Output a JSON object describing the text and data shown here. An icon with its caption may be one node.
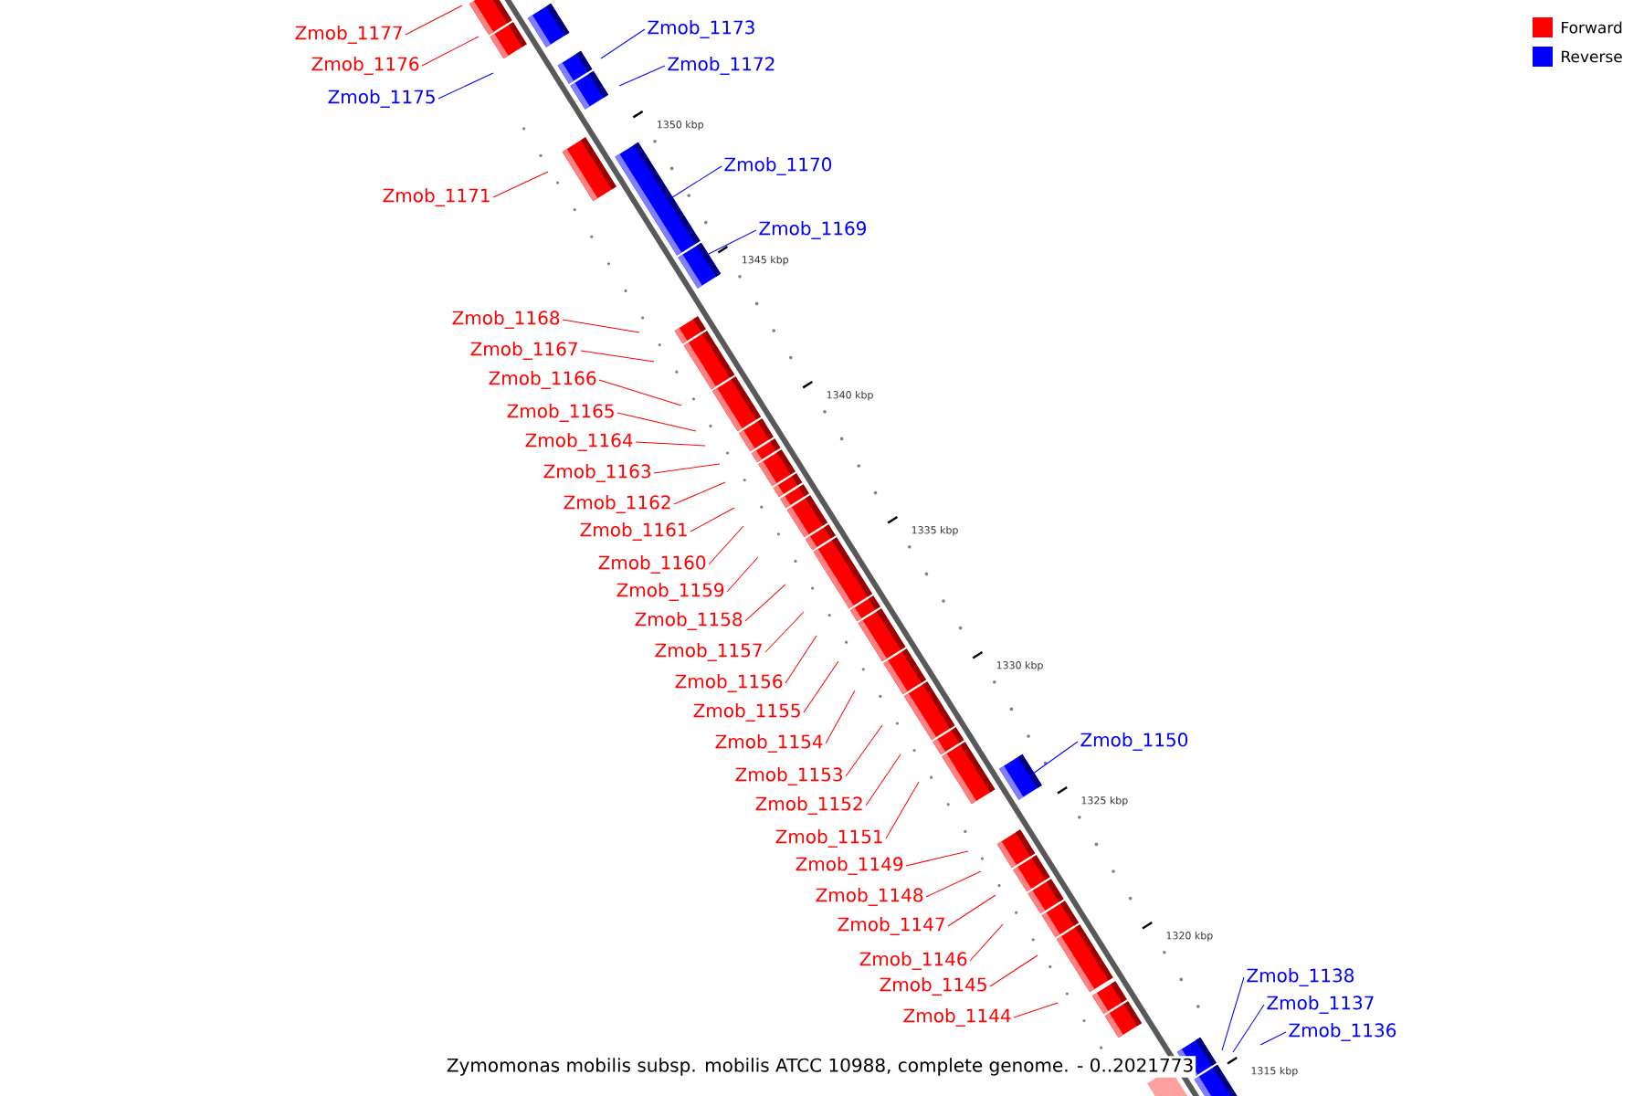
{
  "diagram": {
    "caption": "Zymomonas mobilis subsp. mobilis ATCC 10988, complete genome. - 0..2021773",
    "nodes": [
      {
        "text": [
          "Zmob_1177"
        ]
      },
      {
        "text": [
          "Zmob_1173"
        ]
      },
      {
        "text": [
          "Zmob_1176"
        ]
      },
      {
        "text": [
          "Zmob_1172"
        ]
      },
      {
        "text": [
          "Zmob_1175"
        ]
      },
      {
        "text": [
          "Zmob_1170"
        ]
      },
      {
        "text": [
          "Zmob_1171"
        ]
      },
      {
        "text": [
          "Zmob_1169"
        ]
      },
      {
        "text": [
          "Zmob_1168"
        ]
      },
      {
        "text": [
          "Zmob_1167"
        ]
      },
      {
        "text": [
          "Zmob_1166"
        ]
      },
      {
        "text": [
          "Zmob_1165"
        ]
      },
      {
        "text": [
          "Zmob_1164"
        ]
      },
      {
        "text": [
          "Zmob_1163"
        ]
      },
      {
        "text": [
          "Zmob_1162"
        ]
      },
      {
        "text": [
          "Zmob_1161"
        ]
      },
      {
        "text": [
          "Zmob_1160"
        ]
      },
      {
        "text": [
          "Zmob_1159"
        ]
      },
      {
        "text": [
          "Zmob_1158"
        ]
      },
      {
        "text": [
          "Zmob_1157"
        ]
      },
      {
        "text": [
          "Zmob_1156"
        ]
      },
      {
        "text": [
          "Zmob_1155"
        ]
      },
      {
        "text": [
          "Zmob_1150"
        ]
      },
      {
        "text": [
          "Zmob_1154"
        ]
      },
      {
        "text": [
          "Zmob_1153"
        ]
      },
      {
        "text": [
          "Zmob_1152"
        ]
      },
      {
        "text": [
          "Zmob_1151"
        ]
      },
      {
        "text": [
          "Zmob_1149"
        ]
      },
      {
        "text": [
          "Zmob_1148"
        ]
      },
      {
        "text": [
          "Zmob_1147"
        ]
      },
      {
        "text": [
          "Zmob_1146"
        ]
      },
      {
        "text": [
          "Zmob_1145"
        ]
      },
      {
        "text": [
          "Zmob_1144"
        ]
      },
      {
        "text": [
          "Zmob_1138"
        ]
      },
      {
        "text": [
          "Zmob_1137"
        ]
      },
      {
        "text": [
          "Zmob_1136"
        ]
      }
    ],
    "edges": [
      {
        "from": 0,
        "to": null,
        "arrow": "none"
      },
      {
        "from": 1,
        "to": null,
        "arrow": "none",
        "color": "#0000ff"
      },
      {
        "from": 2,
        "to": null,
        "arrow": "none"
      },
      {
        "from": 3,
        "to": null,
        "arrow": "none",
        "color": "#0000ff"
      },
      {
        "from": 4,
        "to": null,
        "arrow": "none",
        "color": "#0000ff"
      },
      {
        "from": 5,
        "to": null,
        "arrow": "none",
        "color": "#0000ff"
      },
      {
        "from": 6,
        "to": null,
        "arrow": "none"
      },
      {
        "from": 7,
        "to": null,
        "arrow": "none",
        "color": "#0000ff"
      },
      {
        "from": 8,
        "to": null,
        "arrow": "none"
      },
      {
        "from": 9,
        "to": null,
        "arrow": "none"
      },
      {
        "from": 10,
        "to": null,
        "arrow": "none"
      },
      {
        "from": 11,
        "to": null,
        "arrow": "none"
      },
      {
        "from": 12,
        "to": null,
        "arrow": "none"
      },
      {
        "from": 13,
        "to": null,
        "arrow": "none"
      },
      {
        "from": 14,
        "to": null,
        "arrow": "none"
      },
      {
        "from": 15,
        "to": null,
        "arrow": "none"
      },
      {
        "from": 16,
        "to": null,
        "arrow": "none"
      },
      {
        "from": 17,
        "to": null,
        "arrow": "none"
      },
      {
        "from": 18,
        "to": null,
        "arrow": "none"
      },
      {
        "from": 19,
        "to": null,
        "arrow": "none"
      },
      {
        "from": 20,
        "to": null,
        "arrow": "none"
      },
      {
        "from": 21,
        "to": null,
        "arrow": "none"
      },
      {
        "from": 22,
        "to": null,
        "arrow": "none",
        "color": "#0000ff"
      },
      {
        "from": 23,
        "to": null,
        "arrow": "none"
      },
      {
        "from": 24,
        "to": null,
        "arrow": "none"
      },
      {
        "from": 25,
        "to": null,
        "arrow": "none"
      },
      {
        "from": 26,
        "to": null,
        "arrow": "none"
      },
      {
        "from": 27,
        "to": null,
        "arrow": "none"
      },
      {
        "from": 28,
        "to": null,
        "arrow": "none"
      },
      {
        "from": 29,
        "to": null,
        "arrow": "none"
      },
      {
        "from": 30,
        "to": null,
        "arrow": "none"
      },
      {
        "from": 31,
        "to": null,
        "arrow": "none"
      },
      {
        "from": 32,
        "to": null,
        "arrow": "none"
      },
      {
        "from": 33,
        "to": null,
        "arrow": "none",
        "color": "#0000ff"
      },
      {
        "from": 34,
        "to": null,
        "arrow": "none",
        "color": "#0000ff"
      },
      {
        "from": 35,
        "to": null,
        "arrow": "none",
        "color": "#0000ff"
      }
    ],
    "labels": [
      "1350 kbp",
      "1345 kbp",
      "1340 kbp",
      "1335 kbp",
      "1330 kbp",
      "1325 kbp",
      "1320 kbp",
      "1315 kbp"
    ],
    "legend": [
      {
        "text": "Forward",
        "color": "#ff0000"
      },
      {
        "text": "Reverse",
        "color": "#0000ff"
      }
    ]
  }
}
